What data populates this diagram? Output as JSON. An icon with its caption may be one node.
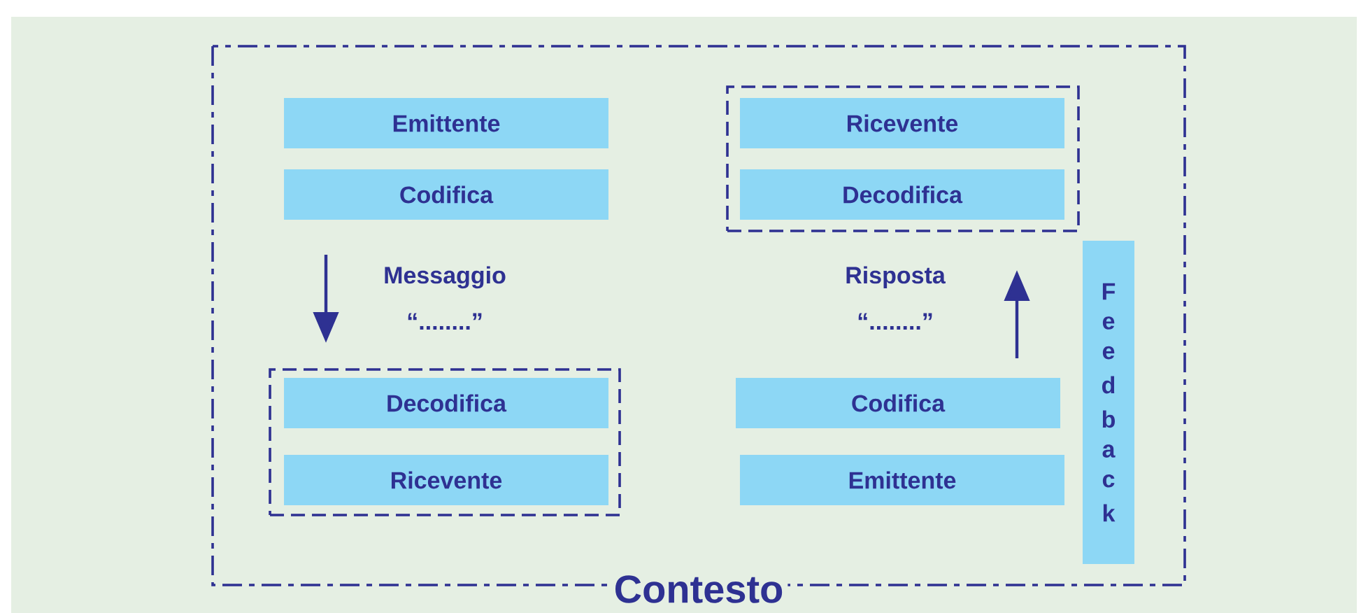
{
  "diagram": {
    "nodes": [
      {
        "text": [
          "Contesto"
        ]
      },
      {
        "text": [
          "Emittente"
        ],
        "in": 0
      },
      {
        "text": [
          "Codifica"
        ],
        "in": 0
      },
      {
        "text": [],
        "shape": "box",
        "in": 0
      },
      {
        "text": [
          "Decodifica"
        ],
        "in": 3
      },
      {
        "text": [
          "Ricevente"
        ],
        "in": 3
      },
      {
        "text": [],
        "shape": "box",
        "in": 0
      },
      {
        "text": [
          "Ricevente"
        ],
        "in": 6
      },
      {
        "text": [
          "Decodifica"
        ],
        "in": 6
      },
      {
        "text": [
          "Codifica"
        ],
        "in": 0
      },
      {
        "text": [
          "Emittente"
        ],
        "in": 0
      },
      {
        "text": [
          "Feedback"
        ],
        "in": 0
      }
    ],
    "edges": [
      {
        "from": 2,
        "to": 3,
        "arrow": "to",
        "label": "Messaggio “........”"
      },
      {
        "from": 9,
        "to": 6,
        "arrow": "to",
        "label": "Risposta “........”"
      }
    ]
  }
}
